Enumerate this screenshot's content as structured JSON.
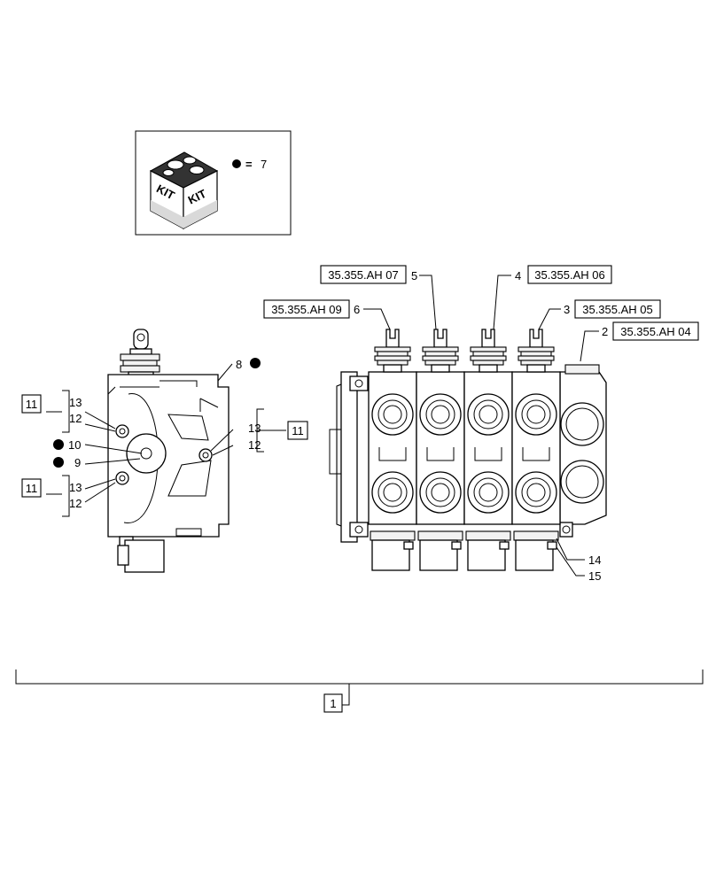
{
  "kit": {
    "box_text_left": "KIT",
    "box_text_right": "KIT",
    "equals": "=",
    "item": "7"
  },
  "refs": {
    "r07": "35.355.AH 07",
    "r06": "35.355.AH 06",
    "r09": "35.355.AH 09",
    "r05": "35.355.AH 05",
    "r04": "35.355.AH 04"
  },
  "callouts": {
    "n1": "1",
    "n2": "2",
    "n3": "3",
    "n4": "4",
    "n5": "5",
    "n6": "6",
    "n8": "8",
    "n9": "9",
    "n10": "10",
    "n11a": "11",
    "n11b": "11",
    "n11c": "11",
    "n12a": "12",
    "n12b": "12",
    "n12c": "12",
    "n13a": "13",
    "n13b": "13",
    "n13c": "13",
    "n14": "14",
    "n15": "15"
  }
}
